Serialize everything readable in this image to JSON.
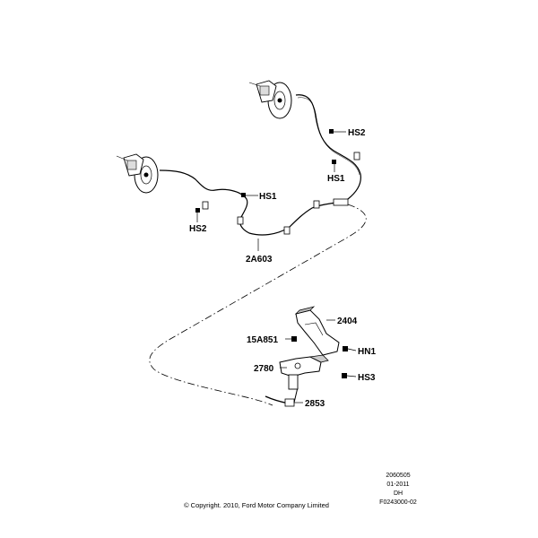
{
  "callouts": {
    "hs2_upper": "HS2",
    "hs1_upper": "HS1",
    "hs1_left": "HS1",
    "hs2_left": "HS2",
    "cable_rear": "2A603",
    "console_bracket": "2404",
    "bolt_15a851": "15A851",
    "nut_hn1": "HN1",
    "lever_2780": "2780",
    "screw_hs3": "HS3",
    "cable_front": "2853"
  },
  "reference_block": {
    "line1": "2060505",
    "line2": "01-2011",
    "line3": "DH",
    "line4": "F0243000-02"
  },
  "copyright": "© Copyright. 2010, Ford Motor Company Limited"
}
